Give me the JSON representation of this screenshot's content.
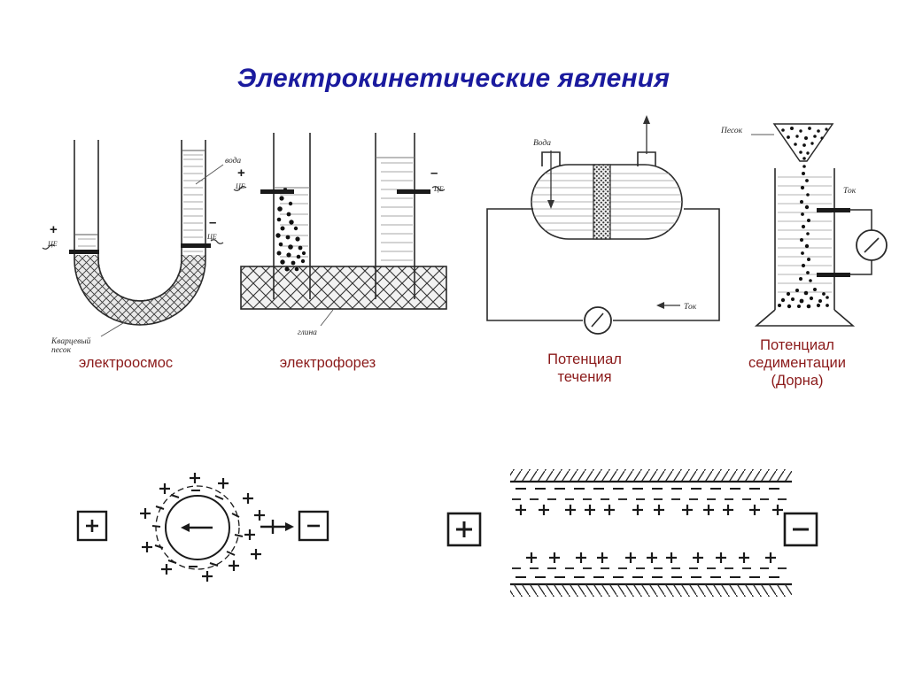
{
  "slide": {
    "title": "Электрокинетические явления",
    "title_color": "#1a1a9e",
    "caption_color": "#8B1A1A",
    "background_color": "#ffffff"
  },
  "figures": {
    "electroosmosis": {
      "caption": "электроосмос",
      "labels": {
        "water": "вода",
        "quartz_sand_line1": "Кварцевый",
        "quartz_sand_line2": "песок",
        "plus": "+",
        "minus": "–"
      }
    },
    "electrophoresis": {
      "caption": "электрофорез",
      "labels": {
        "clay": "глина",
        "plus": "+",
        "minus": "–"
      }
    },
    "streaming_potential": {
      "caption_line1": "Потенциал",
      "caption_line2": "течения",
      "labels": {
        "water": "Вода",
        "current": "Ток"
      }
    },
    "sedimentation_potential": {
      "caption_line1": "Потенциал",
      "caption_line2": "седиментации",
      "caption_line3": "(Дорна)",
      "labels": {
        "sand": "Песок",
        "current": "Ток"
      }
    },
    "particle_double_layer": {
      "labels": {
        "anode": "+",
        "cathode": "–",
        "particle_charge": "–",
        "inner_layer_charge": "–",
        "outer_layer_charge": "+"
      }
    },
    "capillary_double_layer": {
      "labels": {
        "anode": "+",
        "cathode": "–",
        "wall_charge": "–",
        "counter_ion_charge": "+"
      }
    }
  }
}
